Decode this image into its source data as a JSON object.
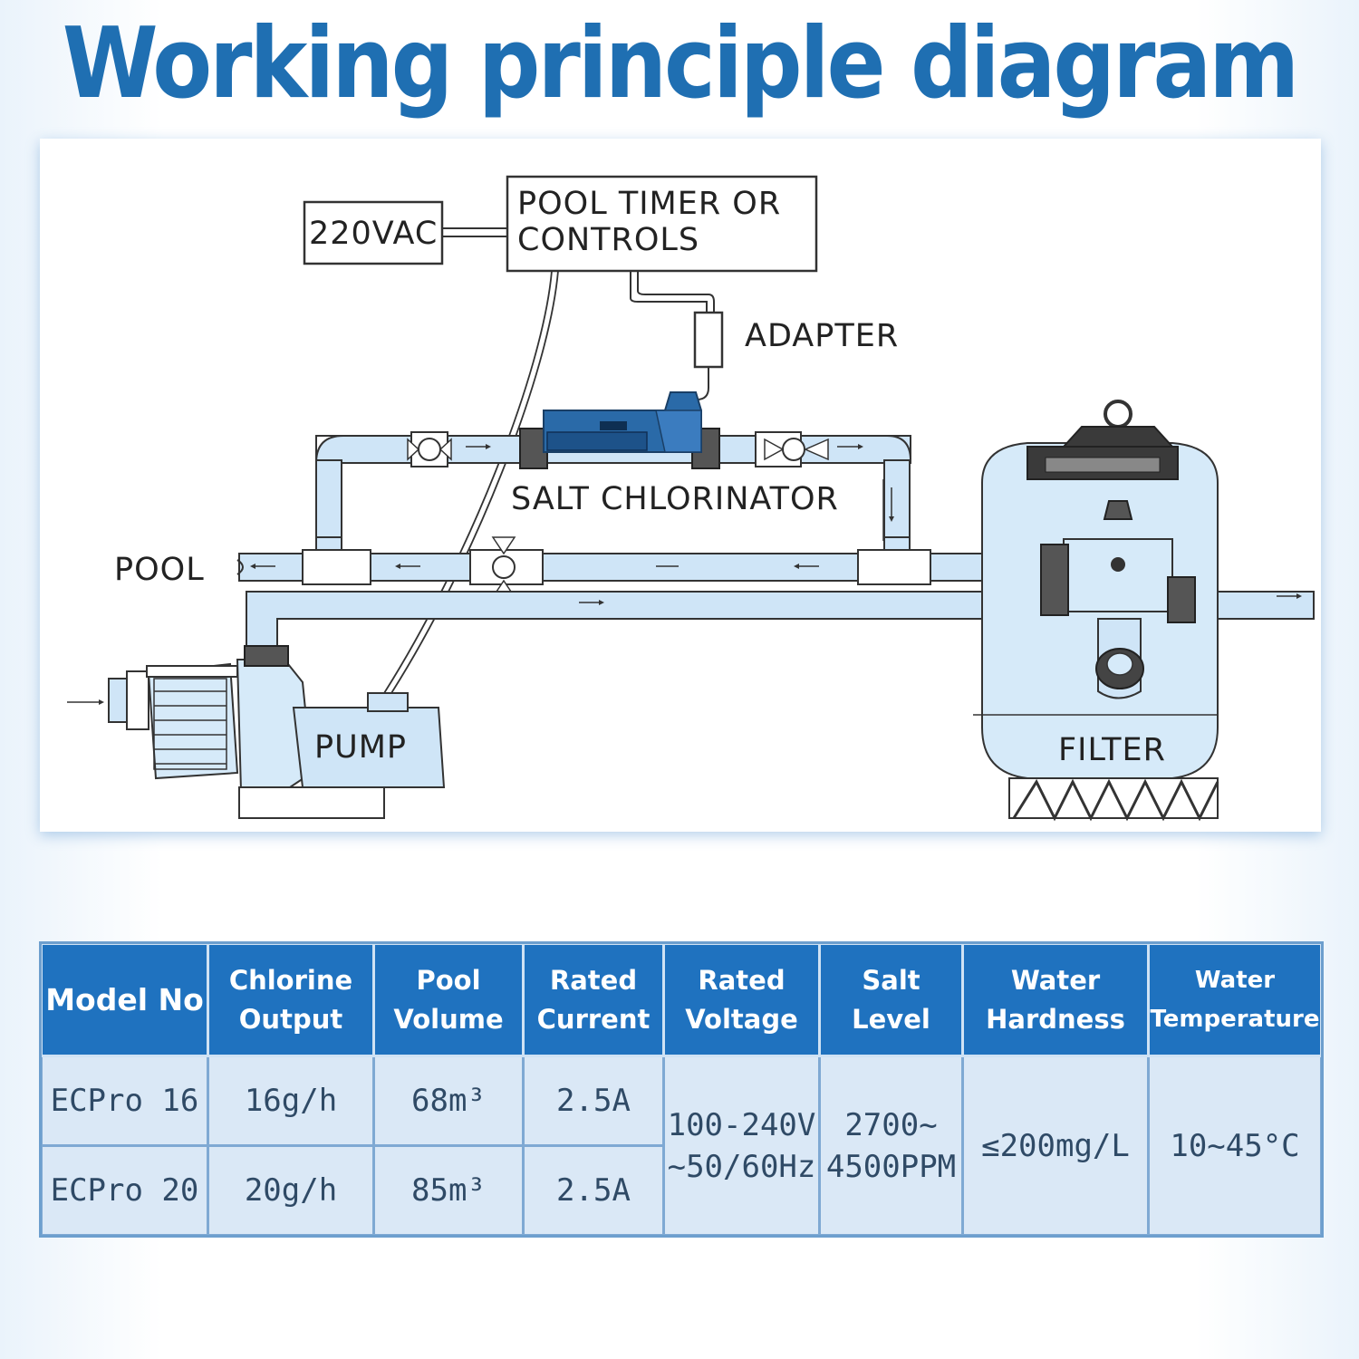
{
  "title": "Working principle diagram",
  "diagram": {
    "labels": {
      "power": "220VAC",
      "timer_line1": "POOL TIMER OR",
      "timer_line2": "CONTROLS",
      "adapter": "ADAPTER",
      "chlorinator": "SALT CHLORINATOR",
      "pool": "POOL",
      "pump": "PUMP",
      "filter": "FILTER"
    },
    "colors": {
      "pipe": "#cfe5f7",
      "chlorinator": "#2a6aa8",
      "line": "#333333"
    }
  },
  "spec_table": {
    "headers": [
      [
        "Model No"
      ],
      [
        "Chlorine",
        "Output"
      ],
      [
        "Pool",
        "Volume"
      ],
      [
        "Rated",
        "Current"
      ],
      [
        "Rated",
        "Voltage"
      ],
      [
        "Salt",
        "Level"
      ],
      [
        "Water",
        "Hardness"
      ],
      [
        "Water",
        "Temperature"
      ]
    ],
    "rows": [
      {
        "model": "ECPro 16",
        "chlorine": "16g/h",
        "volume": "68m³",
        "current": "2.5A"
      },
      {
        "model": "ECPro 20",
        "chlorine": "20g/h",
        "volume": "85m³",
        "current": "2.5A"
      }
    ],
    "shared": {
      "voltage_line1": "100-240V",
      "voltage_line2": "~50/60Hz",
      "salt_line1": "2700~",
      "salt_line2": "4500PPM",
      "hardness": "≤200mg/L",
      "temperature": "10~45°C"
    }
  }
}
